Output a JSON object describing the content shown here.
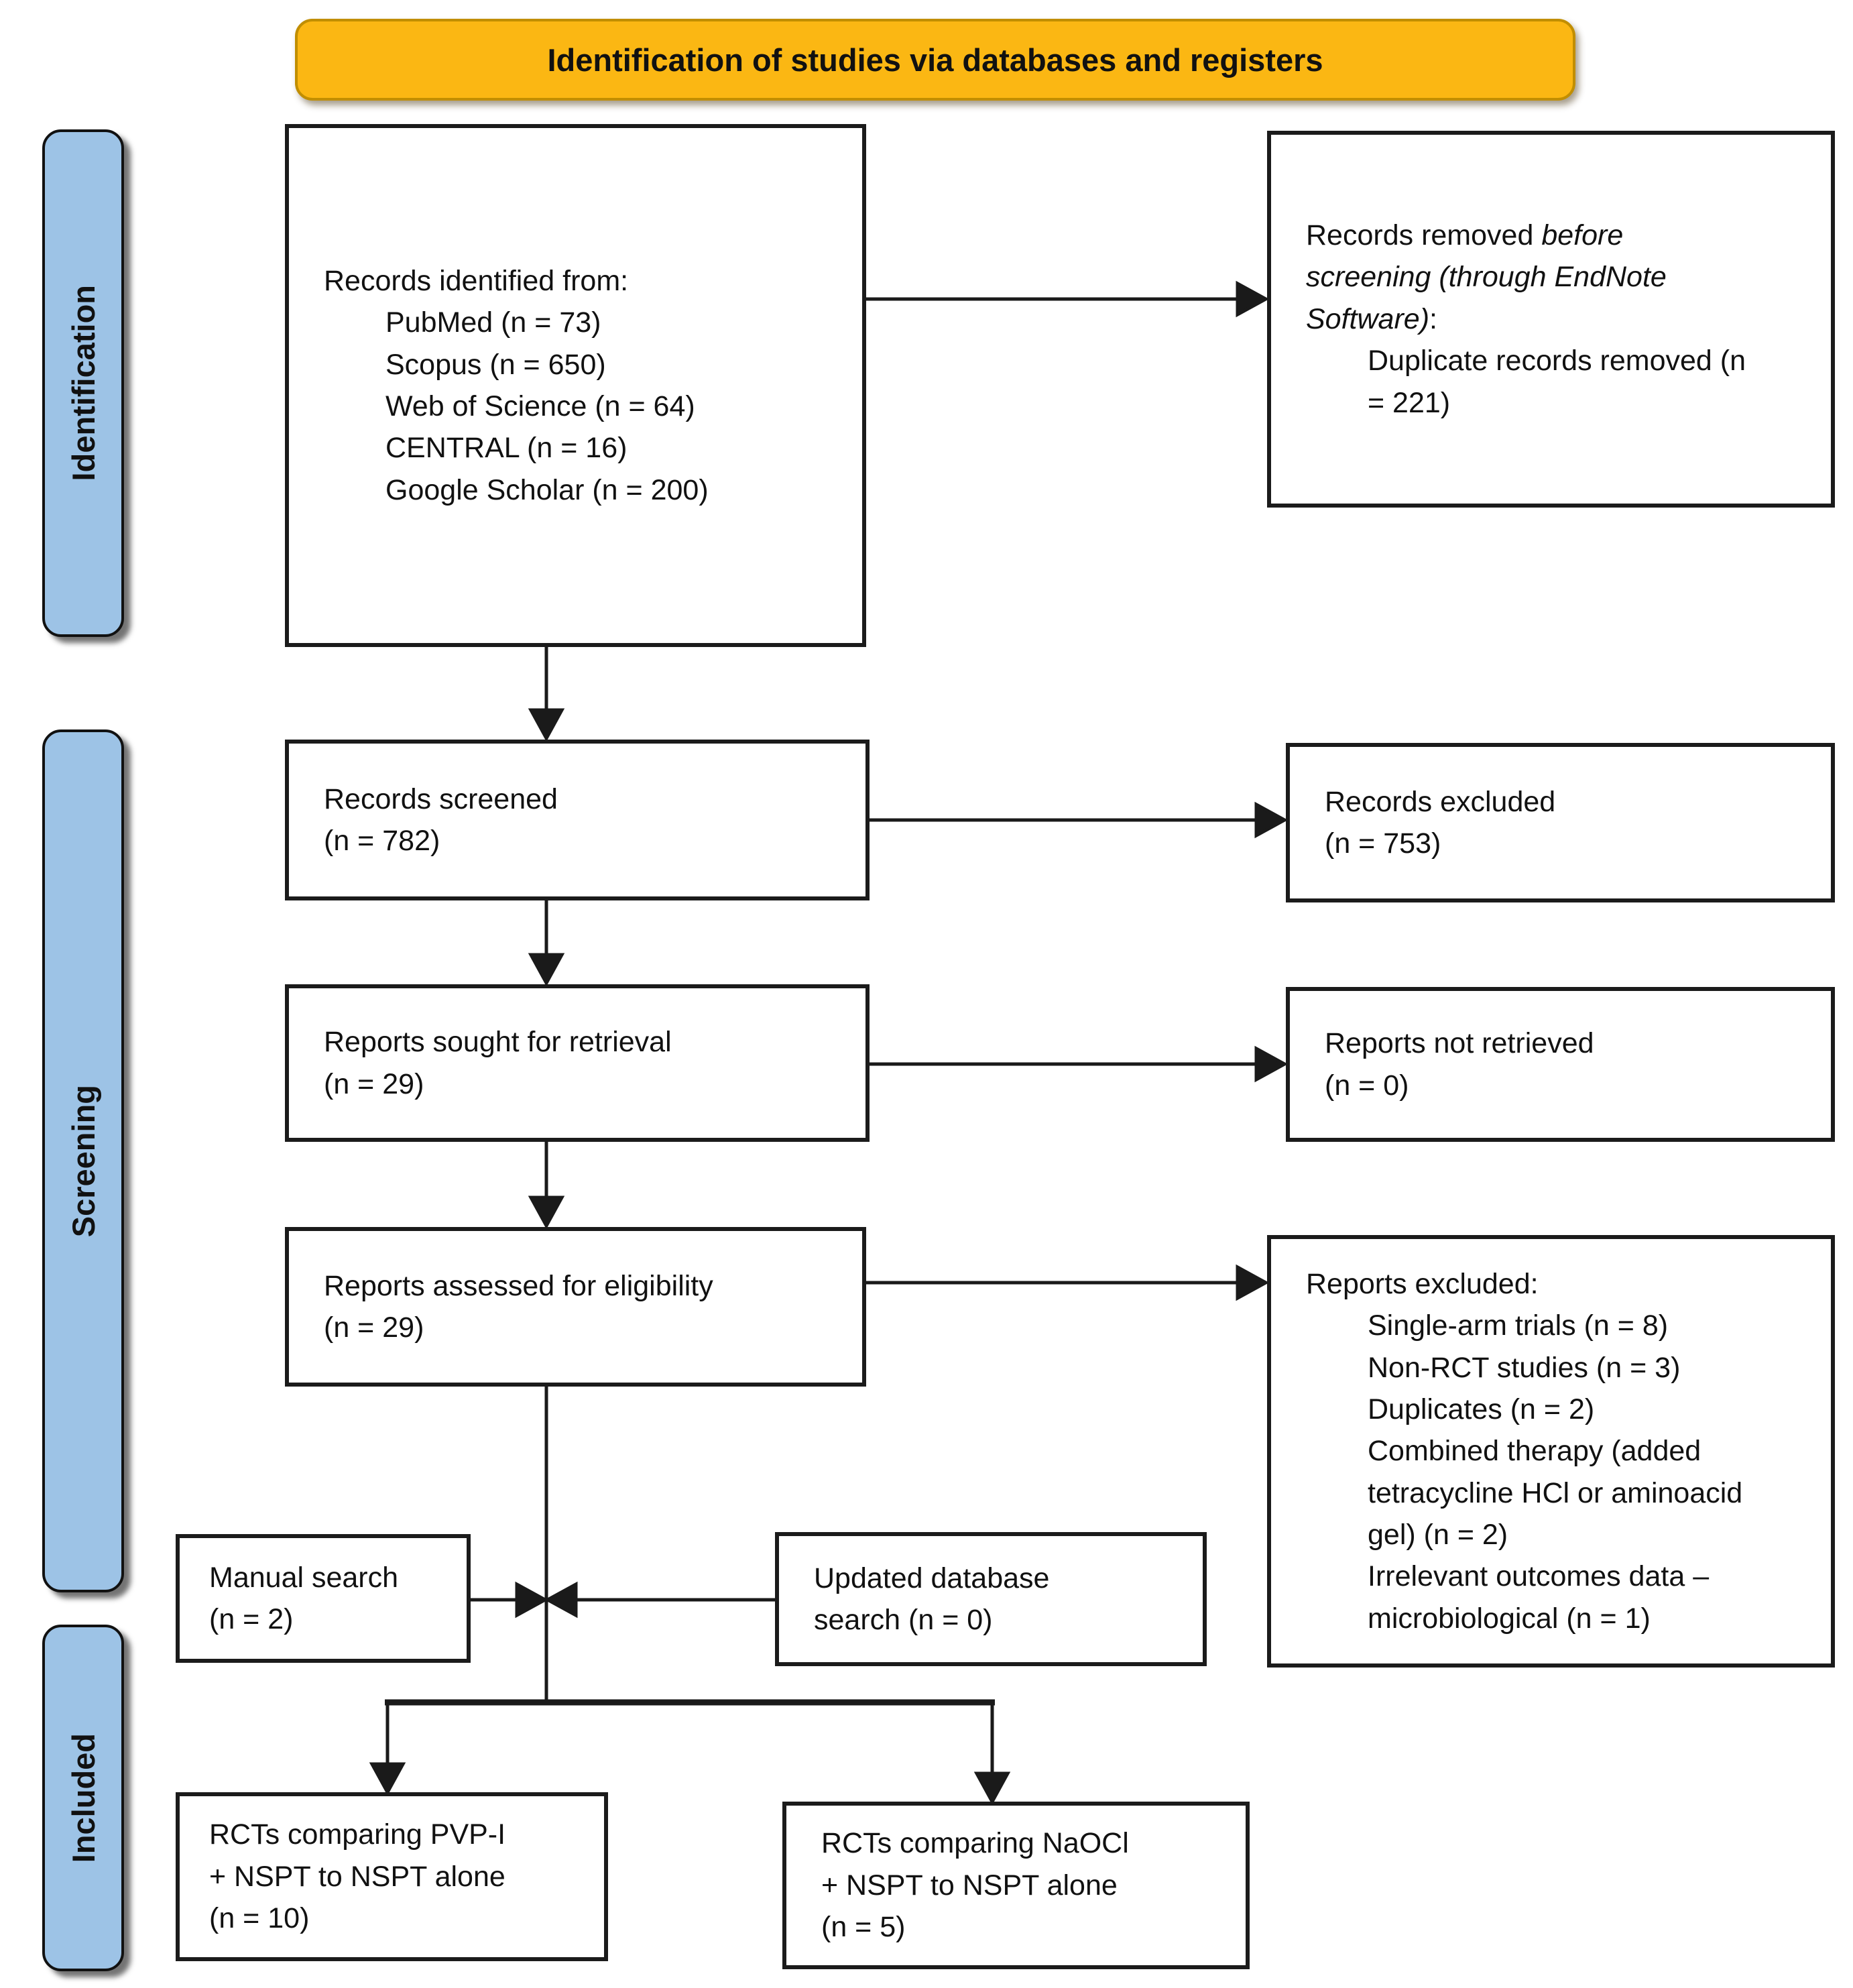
{
  "banner": {
    "title": "Identification of studies via databases and registers"
  },
  "sidebar": {
    "identification": "Identification",
    "screening": "Screening",
    "included": "Included"
  },
  "boxes": {
    "identified": {
      "title": "Records identified from:",
      "items": [
        "PubMed (n = 73)",
        "Scopus (n = 650)",
        "Web of Science (n = 64)",
        "CENTRAL (n = 16)",
        "Google Scholar (n = 200)"
      ]
    },
    "removed": {
      "prefix": "Records removed ",
      "italic": "before screening (through EndNote Software)",
      "suffix": ":",
      "items": [
        "Duplicate records removed (n = 221)"
      ]
    },
    "screened": {
      "line1": "Records screened",
      "line2": "(n = 782)"
    },
    "records_excluded": {
      "line1": "Records excluded",
      "line2": "(n = 753)"
    },
    "sought": {
      "line1": "Reports sought for retrieval",
      "line2": "(n = 29)"
    },
    "not_retrieved": {
      "line1": "Reports not retrieved",
      "line2": "(n = 0)"
    },
    "assessed": {
      "line1": "Reports assessed for eligibility",
      "line2": "(n = 29)"
    },
    "reports_excluded": {
      "title": "Reports excluded:",
      "items": [
        "Single-arm trials (n = 8)",
        "Non-RCT studies (n = 3)",
        "Duplicates (n = 2)",
        "Combined therapy (added tetracycline HCl or aminoacid gel) (n = 2)",
        "Irrelevant outcomes data – microbiological (n = 1)"
      ]
    },
    "manual": {
      "line1": "Manual search",
      "line2": "(n = 2)"
    },
    "updated": {
      "line1": "Updated database",
      "line2": "search (n = 0)"
    },
    "pvpi": {
      "lines": [
        "RCTs comparing PVP-I",
        "+ NSPT to NSPT alone",
        "(n = 10)"
      ]
    },
    "naocl": {
      "lines": [
        "RCTs comparing NaOCl",
        "+ NSPT to NSPT alone",
        "(n = 5)"
      ]
    }
  },
  "colors": {
    "banner_fill": "#FBB713",
    "sidebar_fill": "#9DC3E6",
    "line": "#1a1a1a",
    "box_border": "#1b1b1b"
  }
}
